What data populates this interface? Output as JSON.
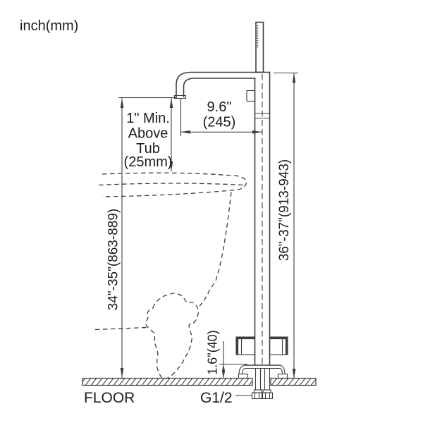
{
  "drawing": {
    "units_note": "inch(mm)",
    "floor_label": "FLOOR",
    "inlet_thread_label": "G1/2",
    "dim_min_above_tub": {
      "line1": "1\" Min.",
      "line2": "Above",
      "line3": "Tub",
      "line4": "(25mm)"
    },
    "dim_spout_reach": {
      "line1": "9.6\"",
      "line2": "(245)"
    },
    "dim_spout_outlet_height": "34\"-35\"(863-889)",
    "dim_overall_height": "36\"-37\"(913-943)",
    "dim_handle_height": "1.6\"(40)",
    "colors": {
      "line": "#3d3d3d",
      "text": "#1c1c1c",
      "background": "#ffffff"
    }
  }
}
